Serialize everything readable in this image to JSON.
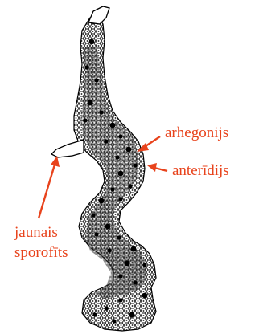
{
  "labels": {
    "archegonium": "arhegonijs",
    "antheridium": "anterīdijs",
    "sporophyte_line1": "jaunais",
    "sporophyte_line2": "sporofīts"
  },
  "colors": {
    "label": "#e8431c",
    "arrow": "#e8431c",
    "tissue_fill": "#111111",
    "tissue_outline": "#000000",
    "sporophyte_fill": "#ffffff"
  }
}
